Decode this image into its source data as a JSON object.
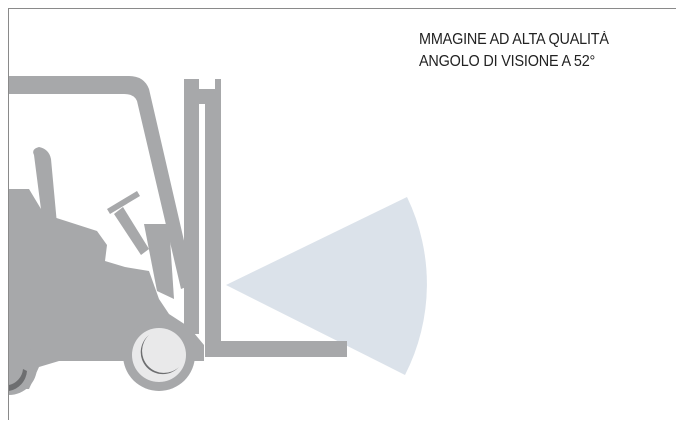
{
  "caption": {
    "line1": "MMAGINE AD ALTA QUALITÀ",
    "line2": "ANGOLO DI VISIONE A 52°"
  },
  "colors": {
    "forklift": "#a7a8aa",
    "wheel_dark": "#6d6e70",
    "wheel_light": "#e9e9ea",
    "camera_cone": "#dbe2ea",
    "frame_line": "#8a8a8a",
    "text": "#222222"
  },
  "icons": {
    "vehicle": "forklift-silhouette",
    "view_area": "camera-view-cone"
  },
  "view_angle_degrees": 52
}
